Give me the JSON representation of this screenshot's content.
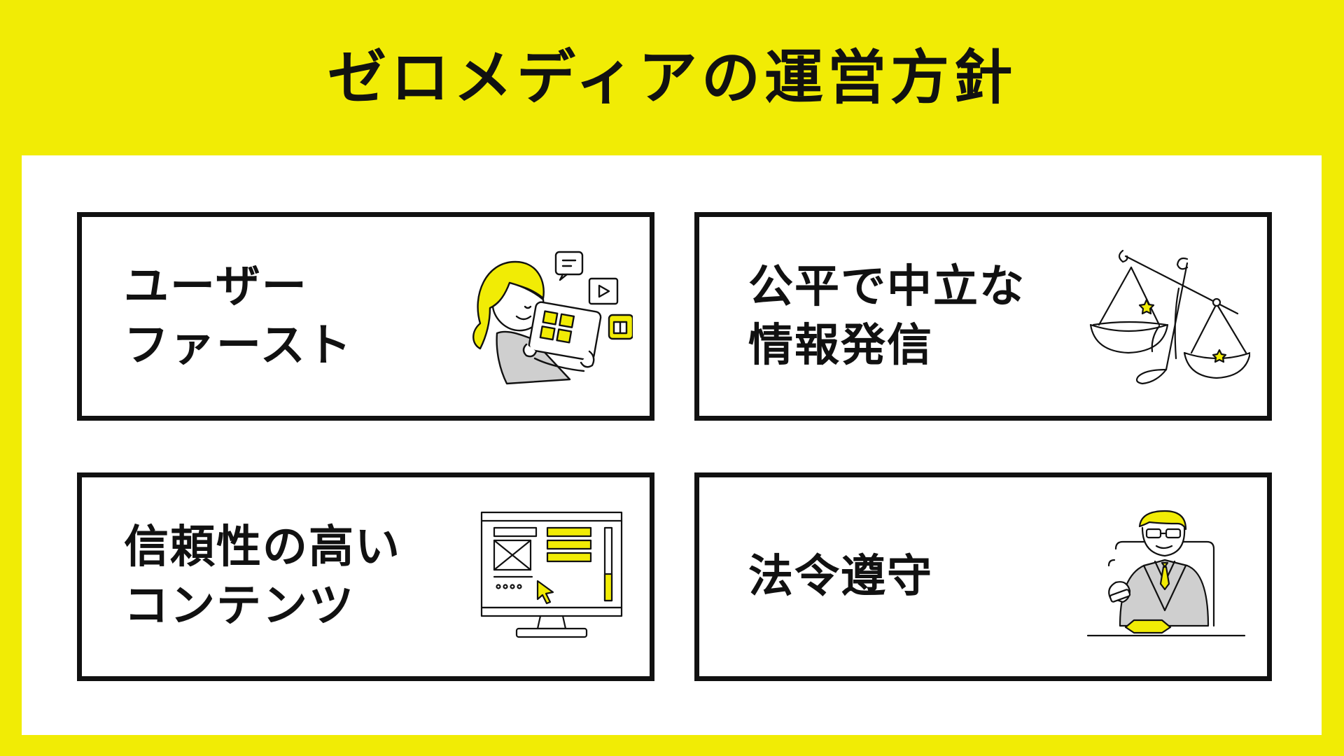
{
  "title": "ゼロメディアの運営方針",
  "cards": [
    {
      "lines": [
        "ユーザー",
        "ファースト"
      ],
      "icon": "user-with-tablet-icon"
    },
    {
      "lines": [
        "公平で中立な",
        "情報発信"
      ],
      "icon": "balance-scale-icon"
    },
    {
      "lines": [
        "信頼性の高い",
        "コンテンツ"
      ],
      "icon": "computer-monitor-icon"
    },
    {
      "lines": [
        "法令遵守"
      ],
      "icon": "judge-with-gavel-icon"
    }
  ],
  "colors": {
    "accent": "#f1ec05",
    "border": "#111111",
    "panel": "#ffffff",
    "illustration_gray": "#cfcfcf"
  }
}
